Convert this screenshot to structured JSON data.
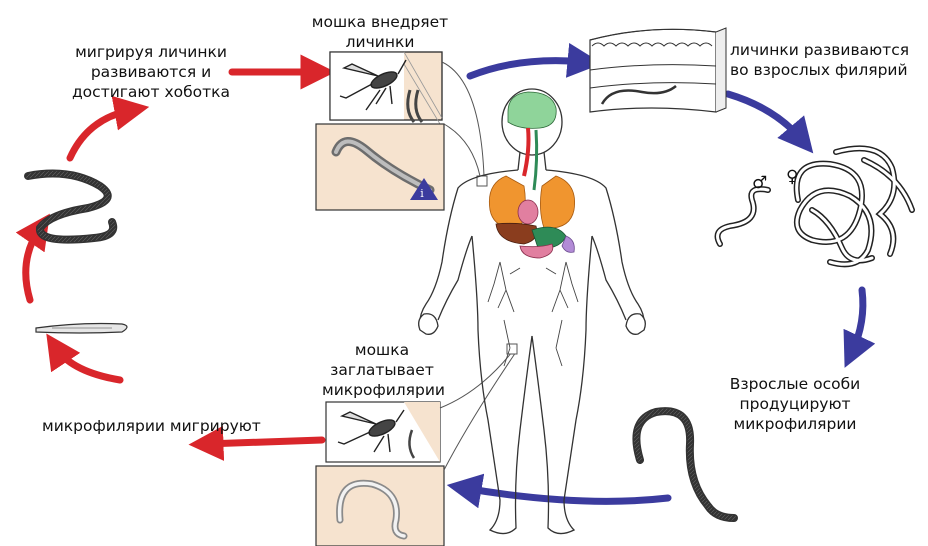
{
  "labels": {
    "mosquito_injects": "мошка внедряет\nличинки",
    "larvae_develop_adult": "личинки развиваются\nво взрослых филярий",
    "adults_produce": "Взрослые особи\nпродуцируют\nмикрофилярии",
    "mosquito_ingests": "мошка\nзаглатывает\nмикрофилярии",
    "microfilariae_migrate": "микрофилярии мигрируют",
    "migrating_larvae": "мигрируя личинки\nразвиваются и\nдостигают хоботка"
  },
  "symbols": {
    "male": "♂",
    "female": "♀",
    "info_mark": "i"
  },
  "colors": {
    "red_arrow": "#d9262b",
    "blue_arrow": "#3b3b9e",
    "panel_peach": "#f6e3cf",
    "lungs": "#f0952f",
    "brain": "#8fd49a",
    "liver": "#8a3d1e",
    "stomach": "#2e8b57",
    "kidney": "#e17fa0",
    "spleen": "#b28bd6"
  }
}
